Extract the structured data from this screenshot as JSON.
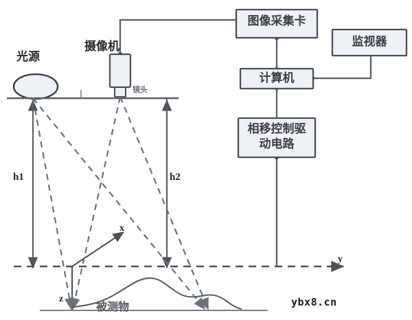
{
  "diagram": {
    "title": "structured-light 3D measurement system schematic",
    "watermark": "ybx8.cn",
    "colors": {
      "box_fill": "#eef1f5",
      "box_stroke": "#4a4f57",
      "line": "#5a5f66",
      "dashed_ray": "#6b7078",
      "text": "#2b2b2b",
      "background": "#ffffff"
    }
  },
  "blocks": [
    {
      "id": "frame-grabber",
      "label": "图像采集卡"
    },
    {
      "id": "monitor",
      "label": "监视器"
    },
    {
      "id": "computer",
      "label": "计算机"
    },
    {
      "id": "phase-shift-driver",
      "label_line1": "相移控制驱",
      "label_line2": "动电路"
    }
  ],
  "optics": {
    "light_source_label": "光源",
    "camera_label": "摄像机",
    "lens_label": "镜头",
    "object_label": "被测物"
  },
  "measurements": {
    "h1": "h1",
    "h2": "h2"
  },
  "axes": {
    "x": "x",
    "y": "y",
    "z": "z"
  }
}
